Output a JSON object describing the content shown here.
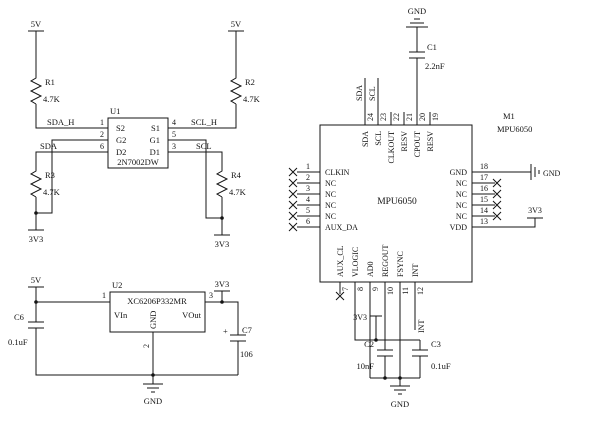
{
  "colors": {
    "wire": "#141414",
    "background": "#ffffff"
  },
  "power": {
    "v5": "5V",
    "v3": "3V3",
    "gnd": "GND"
  },
  "nets": {
    "sda_h": "SDA_H",
    "scl_h": "SCL_H",
    "sda": "SDA",
    "scl": "SCL",
    "int": "INT"
  },
  "u1": {
    "ref": "U1",
    "part": "2N7002DW",
    "s2": "S2",
    "s1": "S1",
    "g2": "G2",
    "g1": "G1",
    "d2": "D2",
    "d1": "D1",
    "pin1": "1",
    "pin2": "2",
    "pin3": "3",
    "pin4": "4",
    "pin5": "5",
    "pin6": "6"
  },
  "resistors": {
    "r1": {
      "ref": "R1",
      "val": "4.7K"
    },
    "r2": {
      "ref": "R2",
      "val": "4.7K"
    },
    "r3": {
      "ref": "R3",
      "val": "4.7K"
    },
    "r4": {
      "ref": "R4",
      "val": "4.7K"
    }
  },
  "u2": {
    "ref": "U2",
    "part": "XC6206P332MR",
    "vin": "VIn",
    "vout": "VOut",
    "gnd": "GND",
    "pin1": "1",
    "pin2": "2",
    "pin3": "3"
  },
  "caps": {
    "c1": {
      "ref": "C1",
      "val": "2.2nF"
    },
    "c2": {
      "ref": "C2",
      "val": "10nF"
    },
    "c3": {
      "ref": "C3",
      "val": "0.1uF"
    },
    "c6": {
      "ref": "C6",
      "val": "0.1uF"
    },
    "c7": {
      "ref": "C7",
      "val": "106",
      "plus": "+"
    }
  },
  "mpu": {
    "ref": "M1",
    "part": "MPU6050",
    "label": "MPU6050",
    "top": [
      {
        "name": "SDA",
        "num": "24"
      },
      {
        "name": "SCL",
        "num": "23"
      },
      {
        "name": "CLKOUT",
        "num": "22"
      },
      {
        "name": "RESV",
        "num": "21"
      },
      {
        "name": "CPOUT",
        "num": "20"
      },
      {
        "name": "RESV",
        "num": "19"
      }
    ],
    "left": [
      {
        "name": "CLKIN",
        "num": "1"
      },
      {
        "name": "NC",
        "num": "2"
      },
      {
        "name": "NC",
        "num": "3"
      },
      {
        "name": "NC",
        "num": "4"
      },
      {
        "name": "NC",
        "num": "5"
      },
      {
        "name": "AUX_DA",
        "num": "6"
      }
    ],
    "right": [
      {
        "name": "GND",
        "num": "18"
      },
      {
        "name": "NC",
        "num": "17"
      },
      {
        "name": "NC",
        "num": "16"
      },
      {
        "name": "NC",
        "num": "15"
      },
      {
        "name": "NC",
        "num": "14"
      },
      {
        "name": "VDD",
        "num": "13"
      }
    ],
    "bottom": [
      {
        "name": "AUX_CL",
        "num": "7"
      },
      {
        "name": "VLOGIC",
        "num": "8"
      },
      {
        "name": "AD0",
        "num": "9"
      },
      {
        "name": "REGOUT",
        "num": "10"
      },
      {
        "name": "FSYNC",
        "num": "11"
      },
      {
        "name": "INT",
        "num": "12"
      }
    ]
  }
}
